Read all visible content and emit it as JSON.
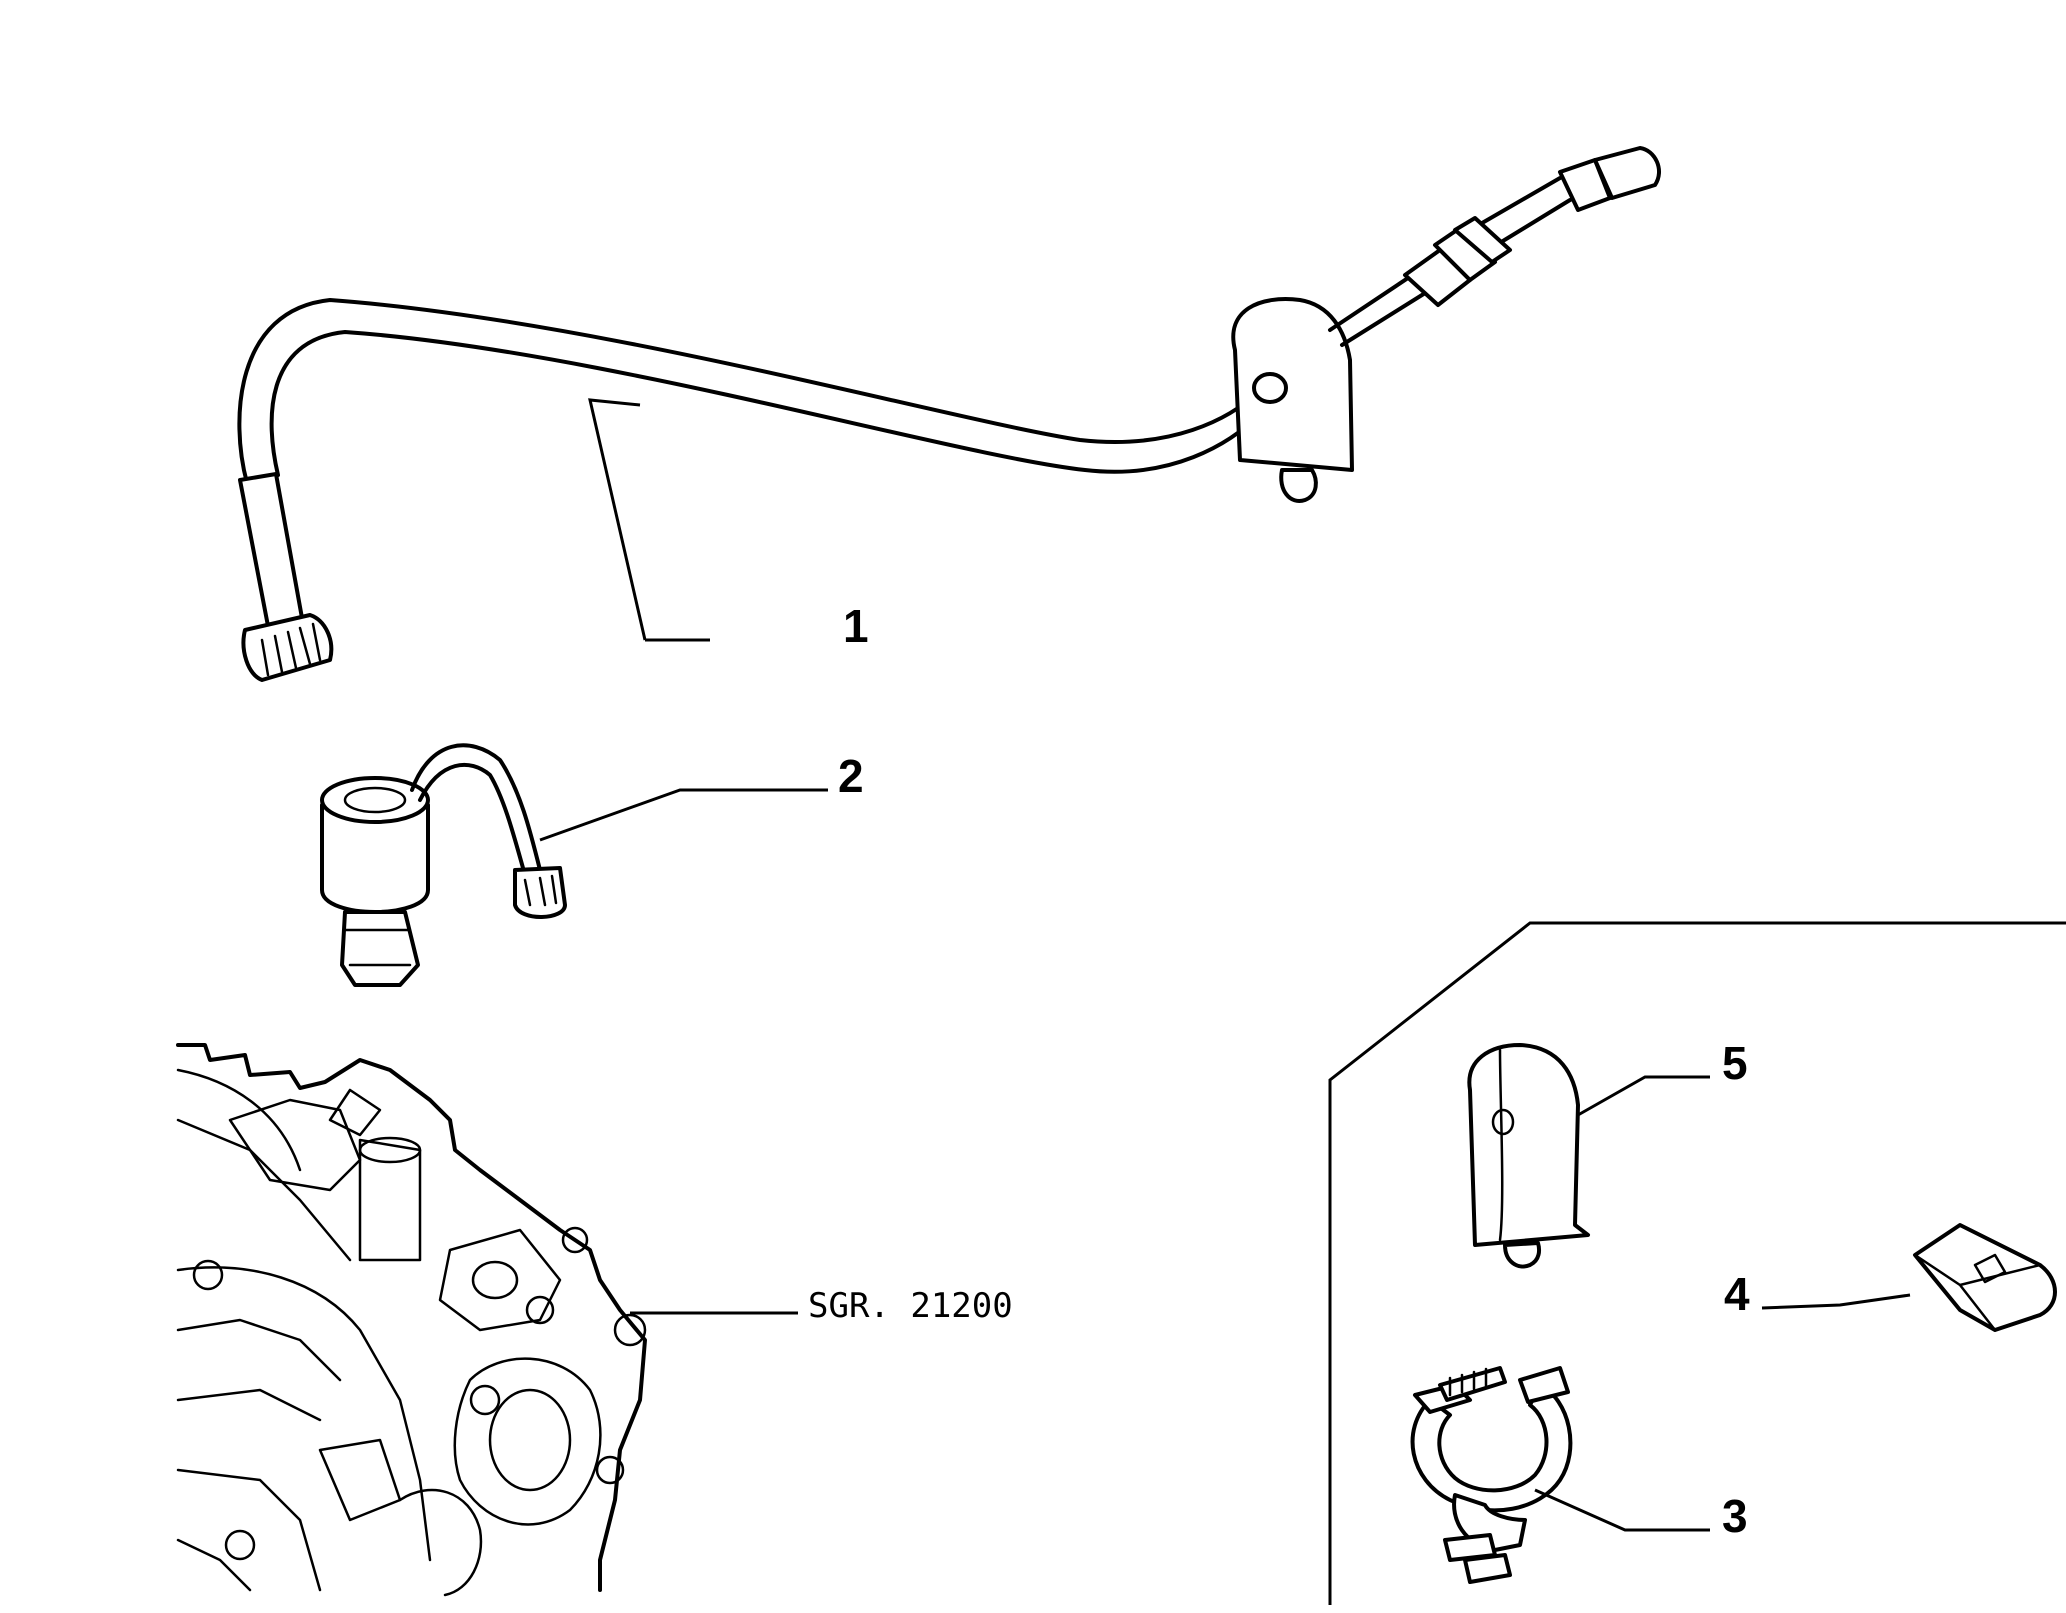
{
  "callouts": [
    {
      "id": "1",
      "label": "1"
    },
    {
      "id": "2",
      "label": "2"
    },
    {
      "id": "3",
      "label": "3"
    },
    {
      "id": "4",
      "label": "4"
    },
    {
      "id": "5",
      "label": "5"
    }
  ],
  "reference": {
    "label": "SGR. 21200"
  },
  "colors": {
    "line": "#000000",
    "background": "#ffffff"
  }
}
